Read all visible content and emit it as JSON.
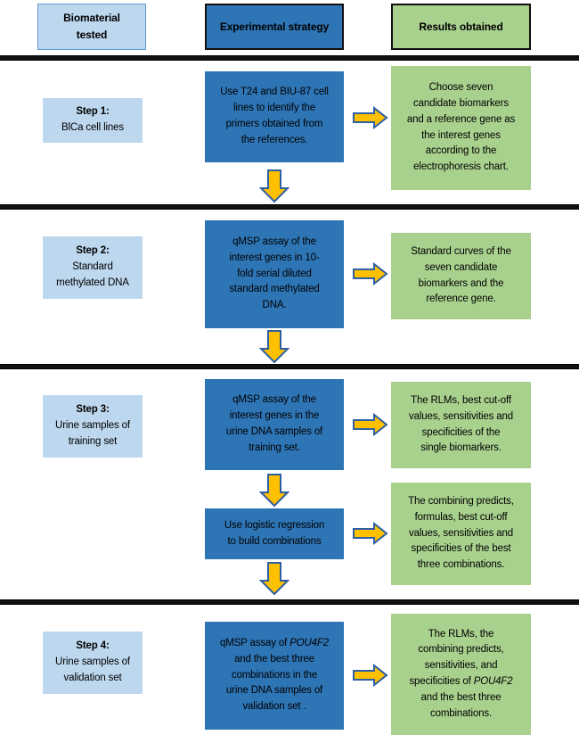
{
  "diagram": {
    "title": "Study workflow flowchart",
    "colors": {
      "light_blue": "#bdd7ee",
      "blue": "#2e75b6",
      "green": "#a9d18e",
      "arrow_fill": "#ffc000",
      "arrow_stroke": "#2e5fa3",
      "rule": "#111111"
    }
  },
  "header": {
    "biomaterial": {
      "line1": "Biomaterial",
      "line2": "tested"
    },
    "strategy": {
      "line1": "Experimental strategy"
    },
    "results": {
      "line1": "Results obtained"
    }
  },
  "steps": [
    {
      "id": "step-1",
      "left": {
        "title": "Step 1:",
        "lines": [
          "BlCa cell lines"
        ]
      },
      "strategy": {
        "lines": [
          "Use T24 and BIU-87 cell",
          "lines to identify the",
          "primers obtained from",
          "the references."
        ]
      },
      "result": {
        "lines": [
          "Choose seven",
          "candidate biomarkers",
          "and a reference gene as",
          "the interest genes",
          "according to the",
          "electrophoresis chart."
        ]
      }
    },
    {
      "id": "step-2",
      "left": {
        "title": "Step 2:",
        "lines": [
          "Standard",
          "methylated DNA"
        ]
      },
      "strategy": {
        "lines": [
          "qMSP assay of the",
          "interest genes in 10-",
          "fold serial diluted",
          "standard methylated",
          "DNA."
        ]
      },
      "result": {
        "lines": [
          "Standard curves of the",
          "seven candidate",
          "biomarkers and the",
          "reference gene."
        ]
      }
    },
    {
      "id": "step-3",
      "left": {
        "title": "Step 3:",
        "lines": [
          "Urine samples of",
          "training set"
        ]
      },
      "strategy": {
        "lines": [
          "qMSP assay of the",
          "interest genes in the",
          "urine DNA samples of",
          "training set."
        ]
      },
      "result": {
        "lines": [
          "The RLMs, best cut-off",
          "values, sensitivities and",
          "specificities of the",
          "single biomarkers."
        ]
      },
      "strategy_b": {
        "lines": [
          "Use logistic regression",
          "to build combinations"
        ]
      },
      "result_b": {
        "lines": [
          "The combining predicts,",
          "formulas, best cut-off",
          "values, sensitivities and",
          "specificities of the best",
          "three combinations."
        ]
      }
    },
    {
      "id": "step-4",
      "left": {
        "title": "Step 4:",
        "lines": [
          "Urine samples of",
          "validation set"
        ]
      },
      "strategy": {
        "rich_lines": [
          [
            {
              "t": "qMSP assay of "
            },
            {
              "t": "POU4F2",
              "i": true
            }
          ],
          [
            {
              "t": "and the best three"
            }
          ],
          [
            {
              "t": "combinations in the"
            }
          ],
          [
            {
              "t": "urine DNA samples of"
            }
          ],
          [
            {
              "t": "validation set ."
            }
          ]
        ]
      },
      "result": {
        "rich_lines": [
          [
            {
              "t": "The RLMs, the"
            }
          ],
          [
            {
              "t": "combining predicts,"
            }
          ],
          [
            {
              "t": "sensitivities, and"
            }
          ],
          [
            {
              "t": "specificities of "
            },
            {
              "t": "POU4F2",
              "i": true
            }
          ],
          [
            {
              "t": "and the best three"
            }
          ],
          [
            {
              "t": "combinations."
            }
          ]
        ]
      }
    }
  ],
  "arrows": {
    "right_label": "right-arrow",
    "down_label": "down-arrow"
  }
}
